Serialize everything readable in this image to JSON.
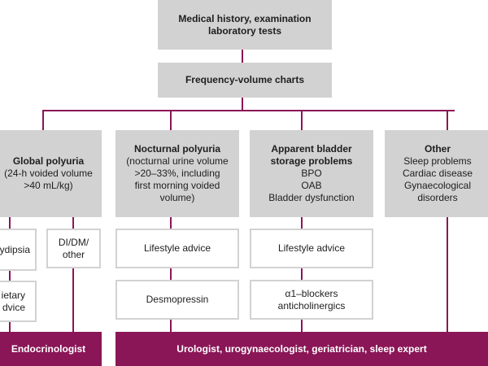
{
  "top": {
    "history_line1": "Medical history, examination",
    "history_line2": "laboratory tests",
    "fvc": "Frequency-volume charts"
  },
  "categories": {
    "global": {
      "title": "Global polyuria",
      "line1": "(24-h voided volume",
      "line2": ">40 mL/kg)",
      "sub_left_1": "ydipsia",
      "sub_left_2_line1": "ietary",
      "sub_left_2_line2": "dvice",
      "sub_right_line1": "DI/DM/",
      "sub_right_line2": "other"
    },
    "nocturnal": {
      "title": "Nocturnal polyuria",
      "line1": "(nocturnal urine volume",
      "line2": ">20–33%, including",
      "line3": "first morning voided",
      "line4": "volume)",
      "step1": "Lifestyle advice",
      "step2": "Desmopressin"
    },
    "bladder": {
      "title_line1": "Apparent bladder",
      "title_line2": "storage problems",
      "line1": "BPO",
      "line2": "OAB",
      "line3": "Bladder dysfunction",
      "step1": "Lifestyle advice",
      "step2_line1": "α1–blockers",
      "step2_line2": "anticholinergics"
    },
    "other": {
      "title": "Other",
      "line1": "Sleep problems",
      "line2": "Cardiac disease",
      "line3": "Gynaecological",
      "line4": "disorders"
    }
  },
  "referrals": {
    "endocrinologist": "Endocrinologist",
    "urologist": "Urologist, urogynaecologist, geriatrician, sleep expert"
  },
  "colors": {
    "accent": "#8a1657",
    "box_grey": "#d2d2d2"
  }
}
